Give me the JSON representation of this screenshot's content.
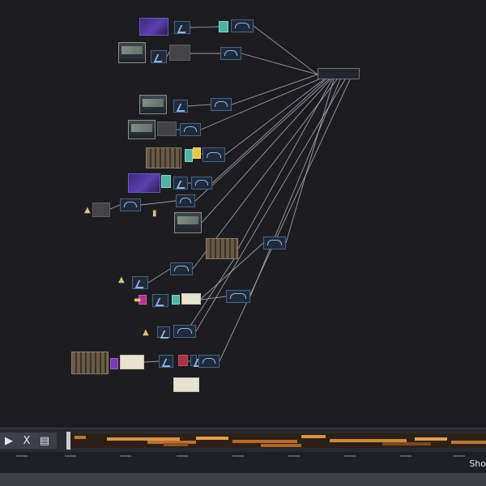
{
  "app": {
    "timeline": {
      "tools": [
        {
          "icon": "play-icon",
          "glyph": "▶"
        },
        {
          "icon": "close-icon",
          "glyph": "X"
        },
        {
          "icon": "film-icon",
          "glyph": "▤"
        }
      ],
      "show_label": "Sho"
    },
    "colors": {
      "canvas": "#1d1d21",
      "wire": "#b8bcc6",
      "operator_border": "#4a6185",
      "timeline_track": "#2d2117",
      "timeline_clip": "#c98a3a"
    },
    "nodes": [
      {
        "type": "thumb-purple"
      },
      {
        "type": "op-arrow"
      },
      {
        "type": "teal"
      },
      {
        "type": "op"
      },
      {
        "type": "thumb-screen"
      },
      {
        "type": "op-arrow"
      },
      {
        "type": "thumb-gray"
      },
      {
        "type": "op"
      },
      {
        "type": "out"
      },
      {
        "type": "thumb-screen"
      },
      {
        "type": "op-arrow"
      },
      {
        "type": "op"
      },
      {
        "type": "thumb-screen"
      },
      {
        "type": "thumb-gray"
      },
      {
        "type": "op"
      },
      {
        "type": "thumb-grid"
      },
      {
        "type": "teal"
      },
      {
        "type": "yellow"
      },
      {
        "type": "op"
      },
      {
        "type": "thumb-purple"
      },
      {
        "type": "teal"
      },
      {
        "type": "op-arrow"
      },
      {
        "type": "op"
      },
      {
        "type": "thumb-gray"
      },
      {
        "type": "op"
      },
      {
        "type": "op"
      },
      {
        "type": "thumb-screen"
      },
      {
        "type": "thumb-grid"
      },
      {
        "type": "op"
      },
      {
        "type": "op-arrow"
      },
      {
        "type": "op"
      },
      {
        "type": "magenta"
      },
      {
        "type": "op-arrow"
      },
      {
        "type": "teal"
      },
      {
        "type": "thumb-cream"
      },
      {
        "type": "op"
      },
      {
        "type": "op-arrow"
      },
      {
        "type": "op"
      },
      {
        "type": "thumb-grid"
      },
      {
        "type": "purplesm"
      },
      {
        "type": "thumb-cream"
      },
      {
        "type": "op-arrow"
      },
      {
        "type": "redsm"
      },
      {
        "type": "op-arrow"
      },
      {
        "type": "op"
      },
      {
        "type": "thumb-cream"
      }
    ]
  }
}
